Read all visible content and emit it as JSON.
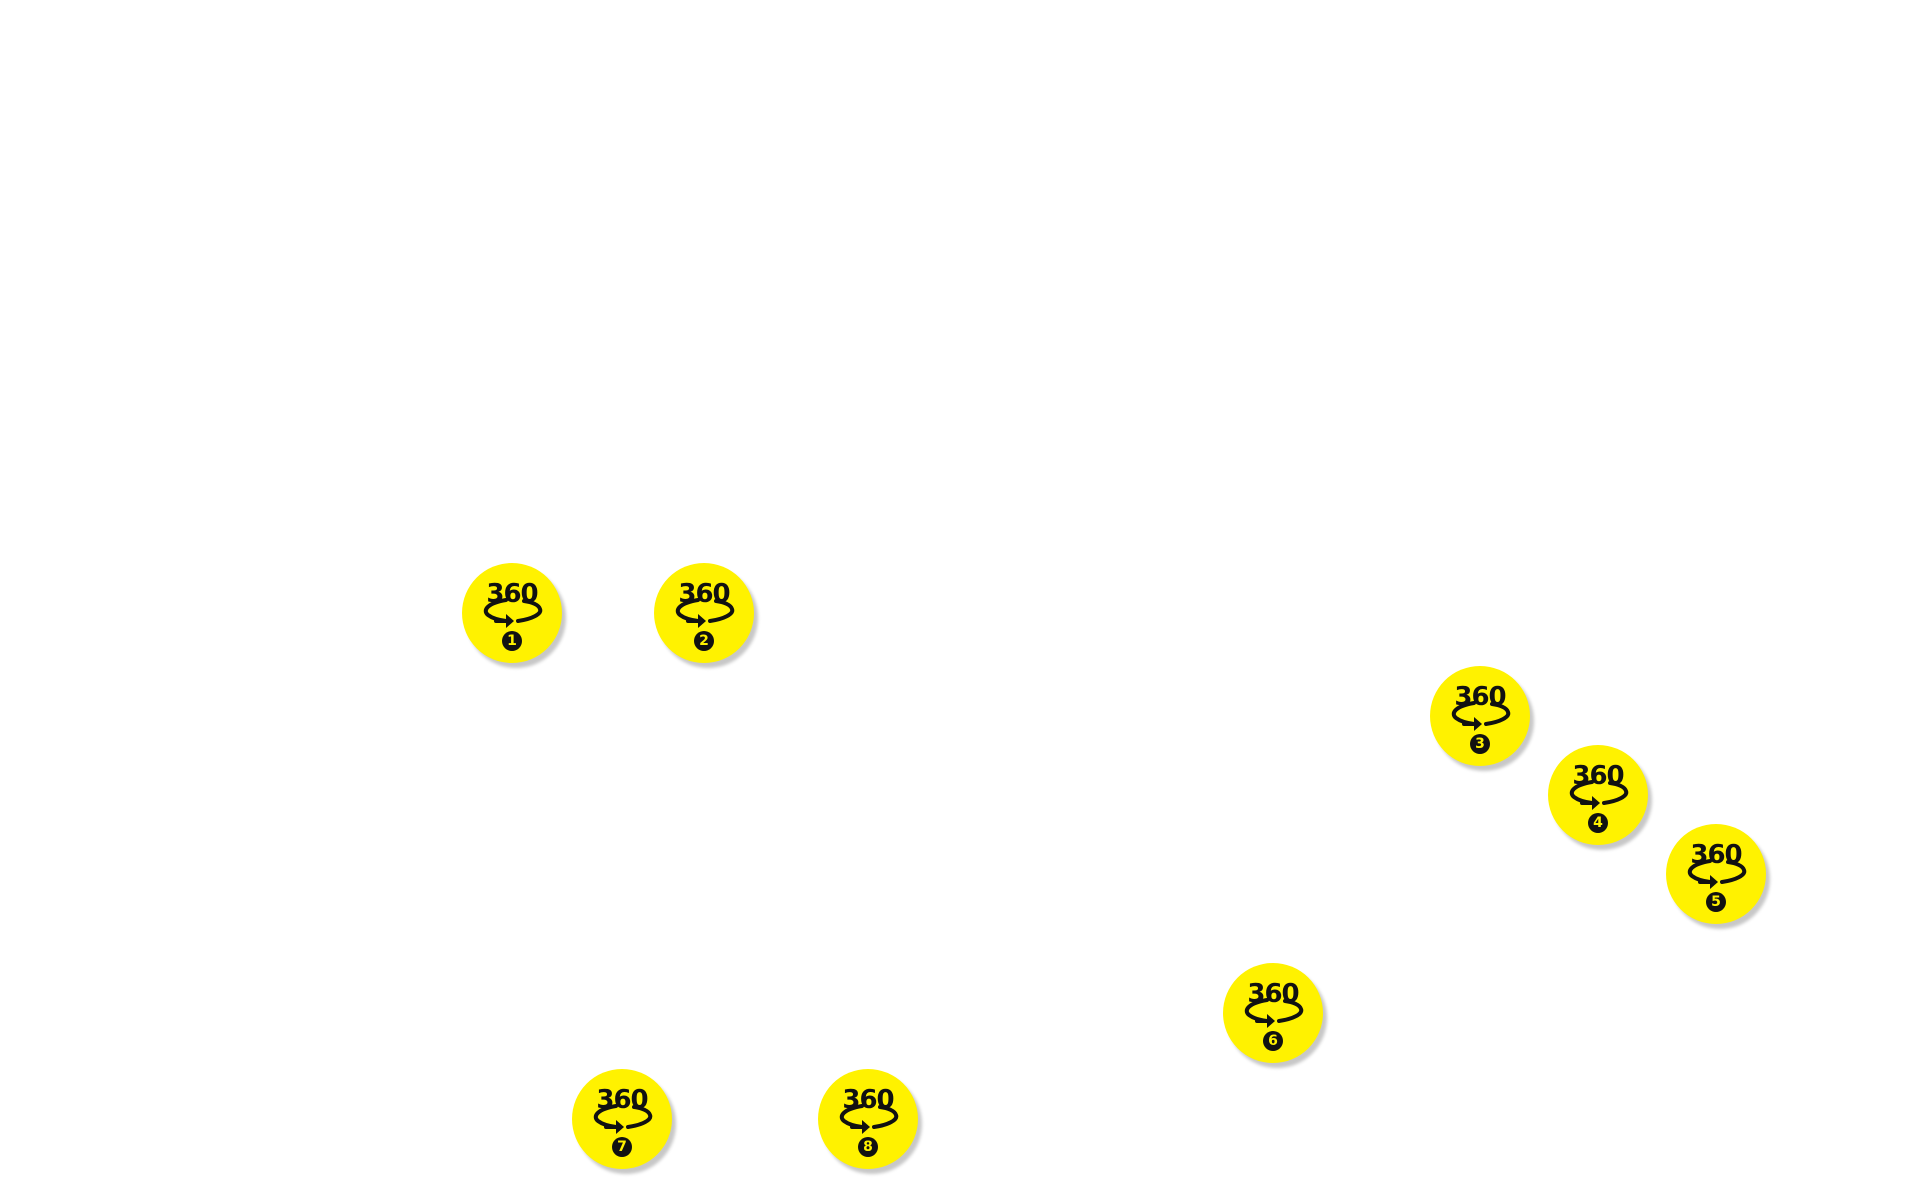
{
  "background_color": "#ffffff",
  "hotspot_color": "#FFF200",
  "hotspot_icon": "rotate-360-icon",
  "hotspots": [
    {
      "label": "360",
      "number": "1"
    },
    {
      "label": "360",
      "number": "2"
    },
    {
      "label": "360",
      "number": "3"
    },
    {
      "label": "360",
      "number": "4"
    },
    {
      "label": "360",
      "number": "5"
    },
    {
      "label": "360",
      "number": "6"
    },
    {
      "label": "360",
      "number": "7"
    },
    {
      "label": "360",
      "number": "8"
    }
  ]
}
